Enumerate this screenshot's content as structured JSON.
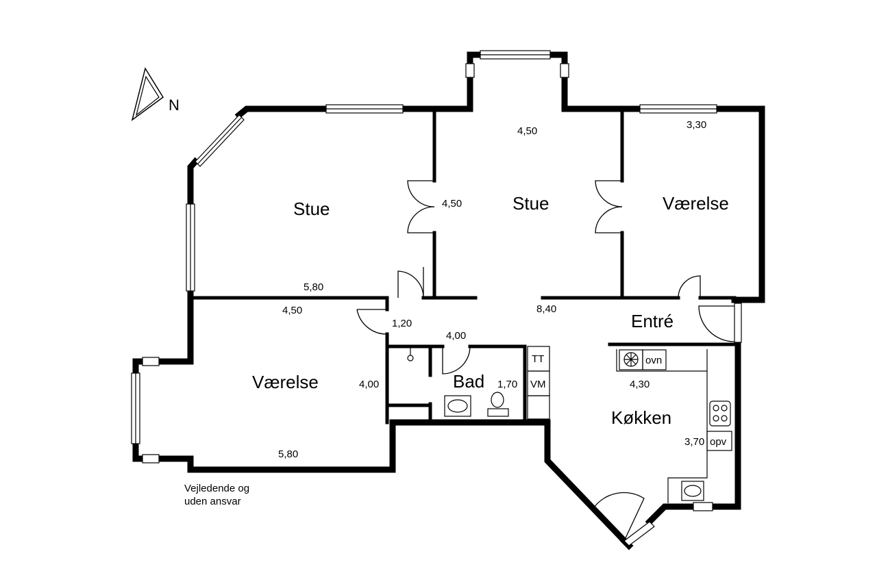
{
  "north_label": "N",
  "rooms": {
    "stue_left": "Stue",
    "stue_center": "Stue",
    "vaerelse_right": "Værelse",
    "vaerelse_left": "Værelse",
    "entre": "Entré",
    "bad": "Bad",
    "kokken": "Køkken"
  },
  "dimensions": {
    "stue_left_width": "5,80",
    "stue_left_height": "4,50",
    "stue_center_width": "4,50",
    "vaerelse_right_width": "3,30",
    "vaerelse_left_top": "4,50",
    "vaerelse_left_bottom": "5,80",
    "vaerelse_left_height": "4,00",
    "hall_small": "1,20",
    "bad_width": "4,00",
    "bad_height": "1,70",
    "hall_long": "8,40",
    "kokken_width": "4,30",
    "kokken_height": "3,70"
  },
  "fixtures": {
    "tumble_dryer": "TT",
    "washing_machine": "VM",
    "oven": "ovn",
    "dishwasher": "opv"
  },
  "disclaimer": "Vejledende og\nuden ansvar"
}
